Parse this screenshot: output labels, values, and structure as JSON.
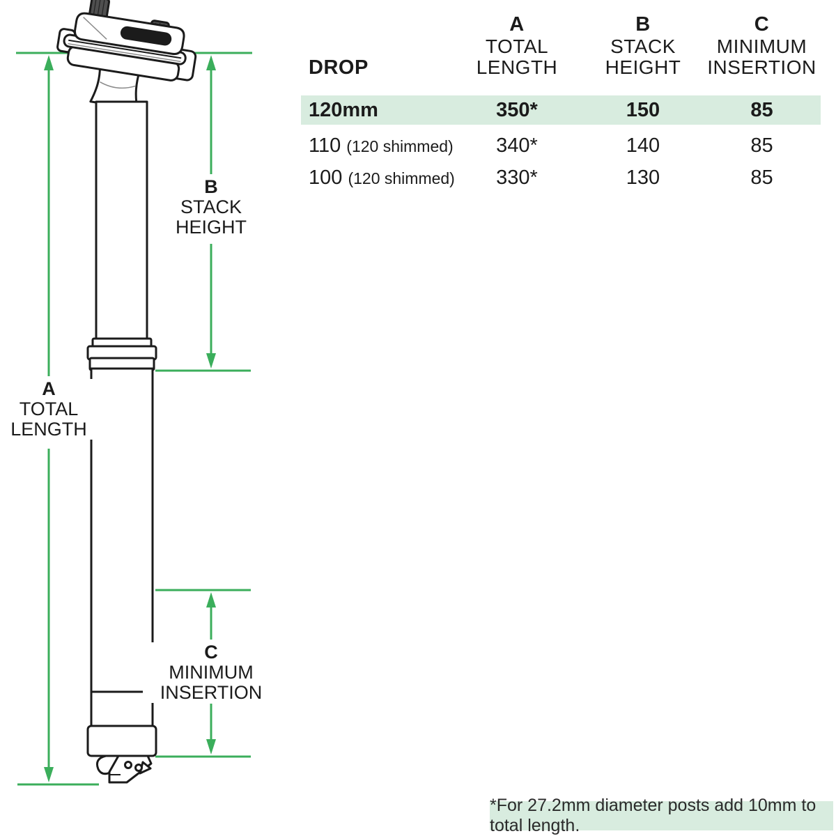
{
  "diagram": {
    "dim_a": {
      "letter": "A",
      "line1": "TOTAL",
      "line2": "LENGTH"
    },
    "dim_b": {
      "letter": "B",
      "line1": "STACK",
      "line2": "HEIGHT"
    },
    "dim_c": {
      "letter": "C",
      "line1": "MINIMUM",
      "line2": "INSERTION"
    },
    "illustration": "dropper-seatpost-line-drawing"
  },
  "table": {
    "drop_header": "DROP",
    "columns": [
      {
        "letter": "A",
        "line1": "TOTAL",
        "line2": "LENGTH"
      },
      {
        "letter": "B",
        "line1": "STACK",
        "line2": "HEIGHT"
      },
      {
        "letter": "C",
        "line1": "MINIMUM",
        "line2": "INSERTION"
      }
    ],
    "rows": [
      {
        "drop": "120mm",
        "drop_note": "",
        "total_length": "350*",
        "stack_height": "150",
        "min_insertion": "85",
        "highlighted": true
      },
      {
        "drop": "110",
        "drop_note": "(120 shimmed)",
        "total_length": "340*",
        "stack_height": "140",
        "min_insertion": "85",
        "highlighted": false
      },
      {
        "drop": "100",
        "drop_note": "(120 shimmed)",
        "total_length": "330*",
        "stack_height": "130",
        "min_insertion": "85",
        "highlighted": false
      }
    ]
  },
  "footnote": "*For 27.2mm diameter posts add 10mm to total length.",
  "colors": {
    "accent_green": "#3bae5b",
    "highlight_green": "#d8ecdf",
    "line_art": "#1b1b1b"
  }
}
